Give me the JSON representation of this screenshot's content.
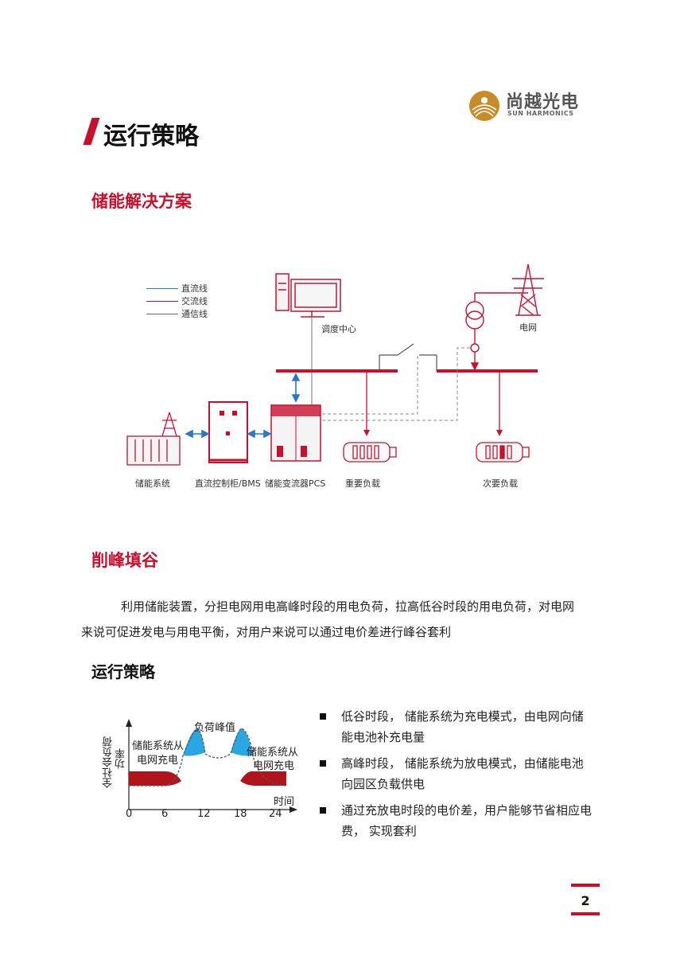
{
  "logo": {
    "name": "尚越光电",
    "subtitle": "SUN HARMONICS"
  },
  "page_title": "运行策略",
  "section1": {
    "title": "储能解决方案",
    "legend": [
      {
        "label": "直流线",
        "color": "#2a78c8"
      },
      {
        "label": "交流线",
        "color": "#c8102e"
      },
      {
        "label": "通信线",
        "color": "#666666"
      }
    ],
    "labels": {
      "dispatch": "调度中心",
      "grid": "电网",
      "storage": "储能系统",
      "dc_cabinet": "直流控制柜/BMS",
      "pcs": "储能变流器PCS",
      "important_load": "重要负载",
      "secondary_load": "次要负载"
    }
  },
  "section2": {
    "title": "削峰填谷",
    "paragraph_lines": [
      "利用储能装置，分担电网用电高峰时段的用电负荷，拉高低谷时段的用电负荷，对电网",
      "来说可促进发电与用电平衡，对用户来说可以通过电价差进行峰谷套利"
    ]
  },
  "section3": {
    "title": "运行策略",
    "chart": {
      "ylabel_line1": "全社会负荷",
      "ylabel_line2": "功率",
      "xlabel": "时间",
      "x_ticks": [
        "0",
        "6",
        "12",
        "18",
        "24"
      ],
      "annotation_peak": "负荷峰值",
      "annotation_left_1": "储能系统从",
      "annotation_left_2": "电网充电",
      "annotation_right_1": "储能系统从",
      "annotation_right_2": "电网充电"
    },
    "bullets": [
      "低谷时段， 储能系统为充电模式，由电网向储能电池补充电量",
      "高峰时段， 储能系统为放电模式，由储能电池向园区负载供电",
      "通过充放电时段的电价差，用户能够节省相应电费， 实现套利"
    ]
  },
  "page_number": "2"
}
